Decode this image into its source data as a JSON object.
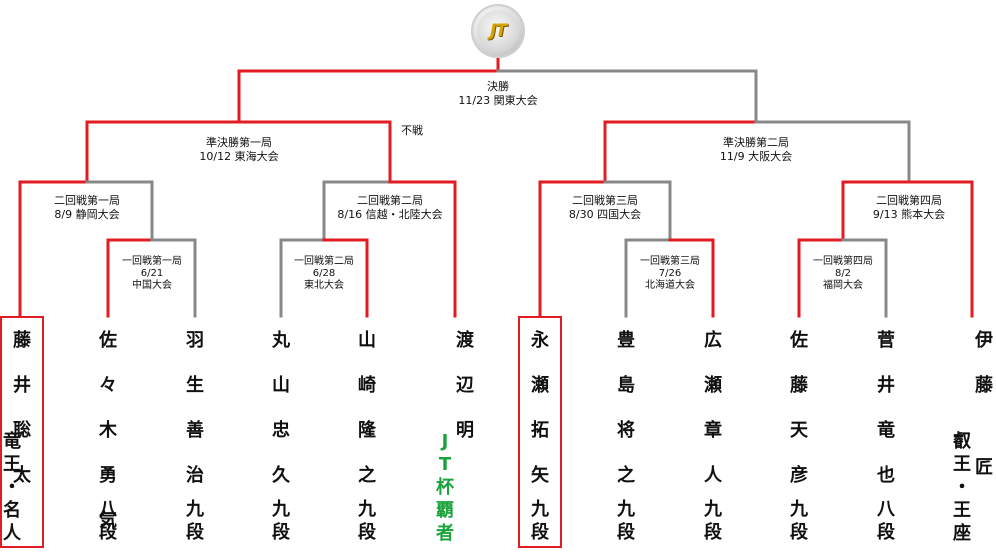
{
  "logo": {
    "text": "JT",
    "icon": "jt-trophy-medal-icon"
  },
  "colors": {
    "win": "#e31b23",
    "loss": "#888888",
    "champion": "#1aa33a"
  },
  "matches": {
    "final": {
      "title": "決勝",
      "info": "11/23 関東大会"
    },
    "semi1": {
      "title": "準決勝第一局",
      "info": "10/12 東海大会",
      "walkover": "不戦"
    },
    "semi2": {
      "title": "準決勝第二局",
      "info": "11/9 大阪大会"
    },
    "r2_1": {
      "title": "二回戦第一局",
      "info": "8/9 静岡大会"
    },
    "r2_2": {
      "title": "二回戦第二局",
      "info": "8/16 信越・北陸大会"
    },
    "r2_3": {
      "title": "二回戦第三局",
      "info": "8/30 四国大会"
    },
    "r2_4": {
      "title": "二回戦第四局",
      "info": "9/13 熊本大会"
    },
    "r1_1": {
      "title": "一回戦第一局",
      "date": "6/21",
      "venue": "中国大会"
    },
    "r1_2": {
      "title": "一回戦第二局",
      "date": "6/28",
      "venue": "東北大会"
    },
    "r1_3": {
      "title": "一回戦第三局",
      "date": "7/26",
      "venue": "北海道大会"
    },
    "r1_4": {
      "title": "一回戦第四局",
      "date": "8/2",
      "venue": "福岡大会"
    }
  },
  "players": [
    {
      "name": [
        "藤",
        "井",
        "聡",
        "太"
      ],
      "rank": [
        "竜",
        "王",
        "・",
        "名",
        "人"
      ]
    },
    {
      "name": [
        "佐",
        "々",
        "木",
        "勇",
        "気"
      ],
      "rank": [
        "八",
        "段"
      ]
    },
    {
      "name": [
        "羽",
        "生",
        "善",
        "治"
      ],
      "rank": [
        "九",
        "段"
      ]
    },
    {
      "name": [
        "丸",
        "山",
        "忠",
        "久"
      ],
      "rank": [
        "九",
        "段"
      ]
    },
    {
      "name": [
        "山",
        "崎",
        "隆",
        "之"
      ],
      "rank": [
        "九",
        "段"
      ]
    },
    {
      "name": [
        "渡",
        "辺",
        "明"
      ],
      "rank": [
        "J",
        "T",
        "杯",
        "覇",
        "者"
      ]
    },
    {
      "name": [
        "永",
        "瀬",
        "拓",
        "矢"
      ],
      "rank": [
        "九",
        "段"
      ]
    },
    {
      "name": [
        "豊",
        "島",
        "将",
        "之"
      ],
      "rank": [
        "九",
        "段"
      ]
    },
    {
      "name": [
        "広",
        "瀬",
        "章",
        "人"
      ],
      "rank": [
        "九",
        "段"
      ]
    },
    {
      "name": [
        "佐",
        "藤",
        "天",
        "彦"
      ],
      "rank": [
        "九",
        "段"
      ]
    },
    {
      "name": [
        "菅",
        "井",
        "竜",
        "也"
      ],
      "rank": [
        "八",
        "段"
      ]
    },
    {
      "name": [
        "伊",
        "藤",
        "匠"
      ],
      "rank": [
        "叡",
        "王",
        "・",
        "王",
        "座"
      ]
    }
  ]
}
